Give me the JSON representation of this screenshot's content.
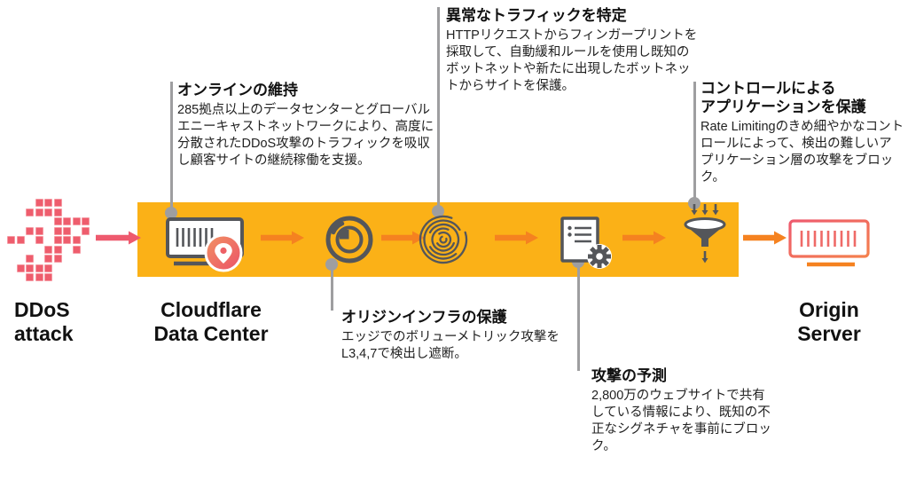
{
  "colors": {
    "band": "#FBB117",
    "pink_arrow": "#EE5A6E",
    "orange_arrow": "#F58220",
    "icon_dark": "#54565A",
    "connector_gray": "#9E9EA0",
    "coral": "#EE5A6E"
  },
  "nodes": {
    "ddos_attack": {
      "label": "DDoS\nattack",
      "icon": "pixel-cluster-icon"
    },
    "cloudflare_datacenter": {
      "label": "Cloudflare\nData Center",
      "icon": "server-location-pin-icon"
    },
    "origin_server": {
      "label": "Origin\nServer",
      "icon": "server-outline-icon"
    }
  },
  "pipeline_icons": [
    {
      "name": "server-location-pin-icon"
    },
    {
      "name": "detection-dial-icon"
    },
    {
      "name": "fingerprint-icon"
    },
    {
      "name": "ruleset-document-gear-icon"
    },
    {
      "name": "rate-limiting-funnel-icon"
    }
  ],
  "callouts": [
    {
      "title": "オンラインの維持",
      "body": "285拠点以上のデータセンターとグローバルエニーキャストネットワークにより、高度に分散されたDDoS攻撃のトラフィックを吸収し顧客サイトの継続稼働を支援。"
    },
    {
      "title": "異常なトラフィックを特定",
      "body": "HTTPリクエストからフィンガープリントを採取して、自動緩和ルールを使用し既知のボットネットや新たに出現したボットネットからサイトを保護。"
    },
    {
      "title": "コントロールによる\nアプリケーションを保護",
      "body": "Rate Limitingのきめ細やかなコントロールによって、検出の難しいアプリケーション層の攻撃をブロック。"
    },
    {
      "title": "オリジンインフラの保護",
      "body": "エッジでのボリューメトリック攻撃をL3,4,7で検出し遮断。"
    },
    {
      "title": "攻撃の予測",
      "body": "2,800万のウェブサイトで共有している情報により、既知の不正なシグネチャを事前にブロック。"
    }
  ]
}
